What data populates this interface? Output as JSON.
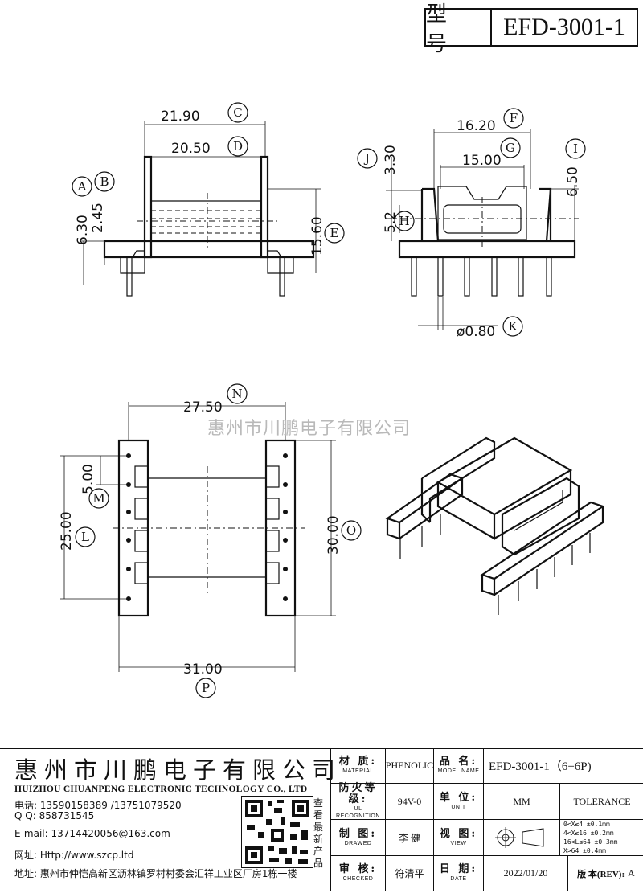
{
  "header": {
    "model_label": "型 号",
    "model_value": "EFD-3001-1"
  },
  "watermark": "惠州市川鹏电子有限公司",
  "dimensions": {
    "C": "21.90",
    "D": "20.50",
    "A": "6.30",
    "B": "2.45",
    "E": "15.60",
    "F": "16.20",
    "G": "15.00",
    "J": "3.30",
    "I": "6.50",
    "H": "5.2",
    "K": "ø0.80",
    "N": "27.50",
    "M": "5.00",
    "L": "25.00",
    "O": "30.00",
    "P": "31.00"
  },
  "labels": {
    "A": "A",
    "B": "B",
    "C": "C",
    "D": "D",
    "E": "E",
    "F": "F",
    "G": "G",
    "H": "H",
    "I": "I",
    "J": "J",
    "K": "K",
    "L": "L",
    "M": "M",
    "N": "N",
    "O": "O",
    "P": "P"
  },
  "company": {
    "name_cn": "惠州市川鹏电子有限公司",
    "name_en": "HUIZHOU CHUANPENG ELECTRONIC TECHNOLOGY CO., LTD",
    "phone": "电话: 13590158389 /13751079520",
    "qq": "Q Q:  858731545",
    "email": "E-mail: 13714420056@163.com",
    "web": "网址: Http://www.szcp.ltd",
    "address": "地址: 惠州市仲恺高新区沥林镇罗村村委会汇祥工业区厂房1栋一楼",
    "qr_caption": "查看最新产品"
  },
  "table": {
    "material_cn": "材 质:",
    "material_en": "MATERIAL",
    "material_val": "PHENOLIC",
    "partname_cn": "品 名:",
    "partname_en": "MODEL NAME",
    "partname_val": "EFD-3001-1（6+6P)",
    "ul_cn": "防火等级:",
    "ul_en": "UL RECOGNITION",
    "ul_val": "94V-0",
    "unit_cn": "单 位:",
    "unit_en": "UNIT",
    "unit_val": "MM",
    "tolerance": "TOLERANCE",
    "drawn_cn": "制 图:",
    "drawn_en": "DRAWED",
    "drawn_val": "李 健",
    "view_cn": "视 图:",
    "view_en": "VIEW",
    "tol_lines": [
      "0<X≤4   ±0.1mm",
      "4<X≤16  ±0.2mm",
      "16<L≤64 ±0.3mm",
      "X>64    ±0.4mm"
    ],
    "checked_cn": "审 核:",
    "checked_en": "CHECKED",
    "checked_val": "符清平",
    "date_cn": "日 期:",
    "date_en": "DATE",
    "date_val": "2022/01/20",
    "rev_label": "版 本(REV):",
    "rev_val": "A"
  }
}
